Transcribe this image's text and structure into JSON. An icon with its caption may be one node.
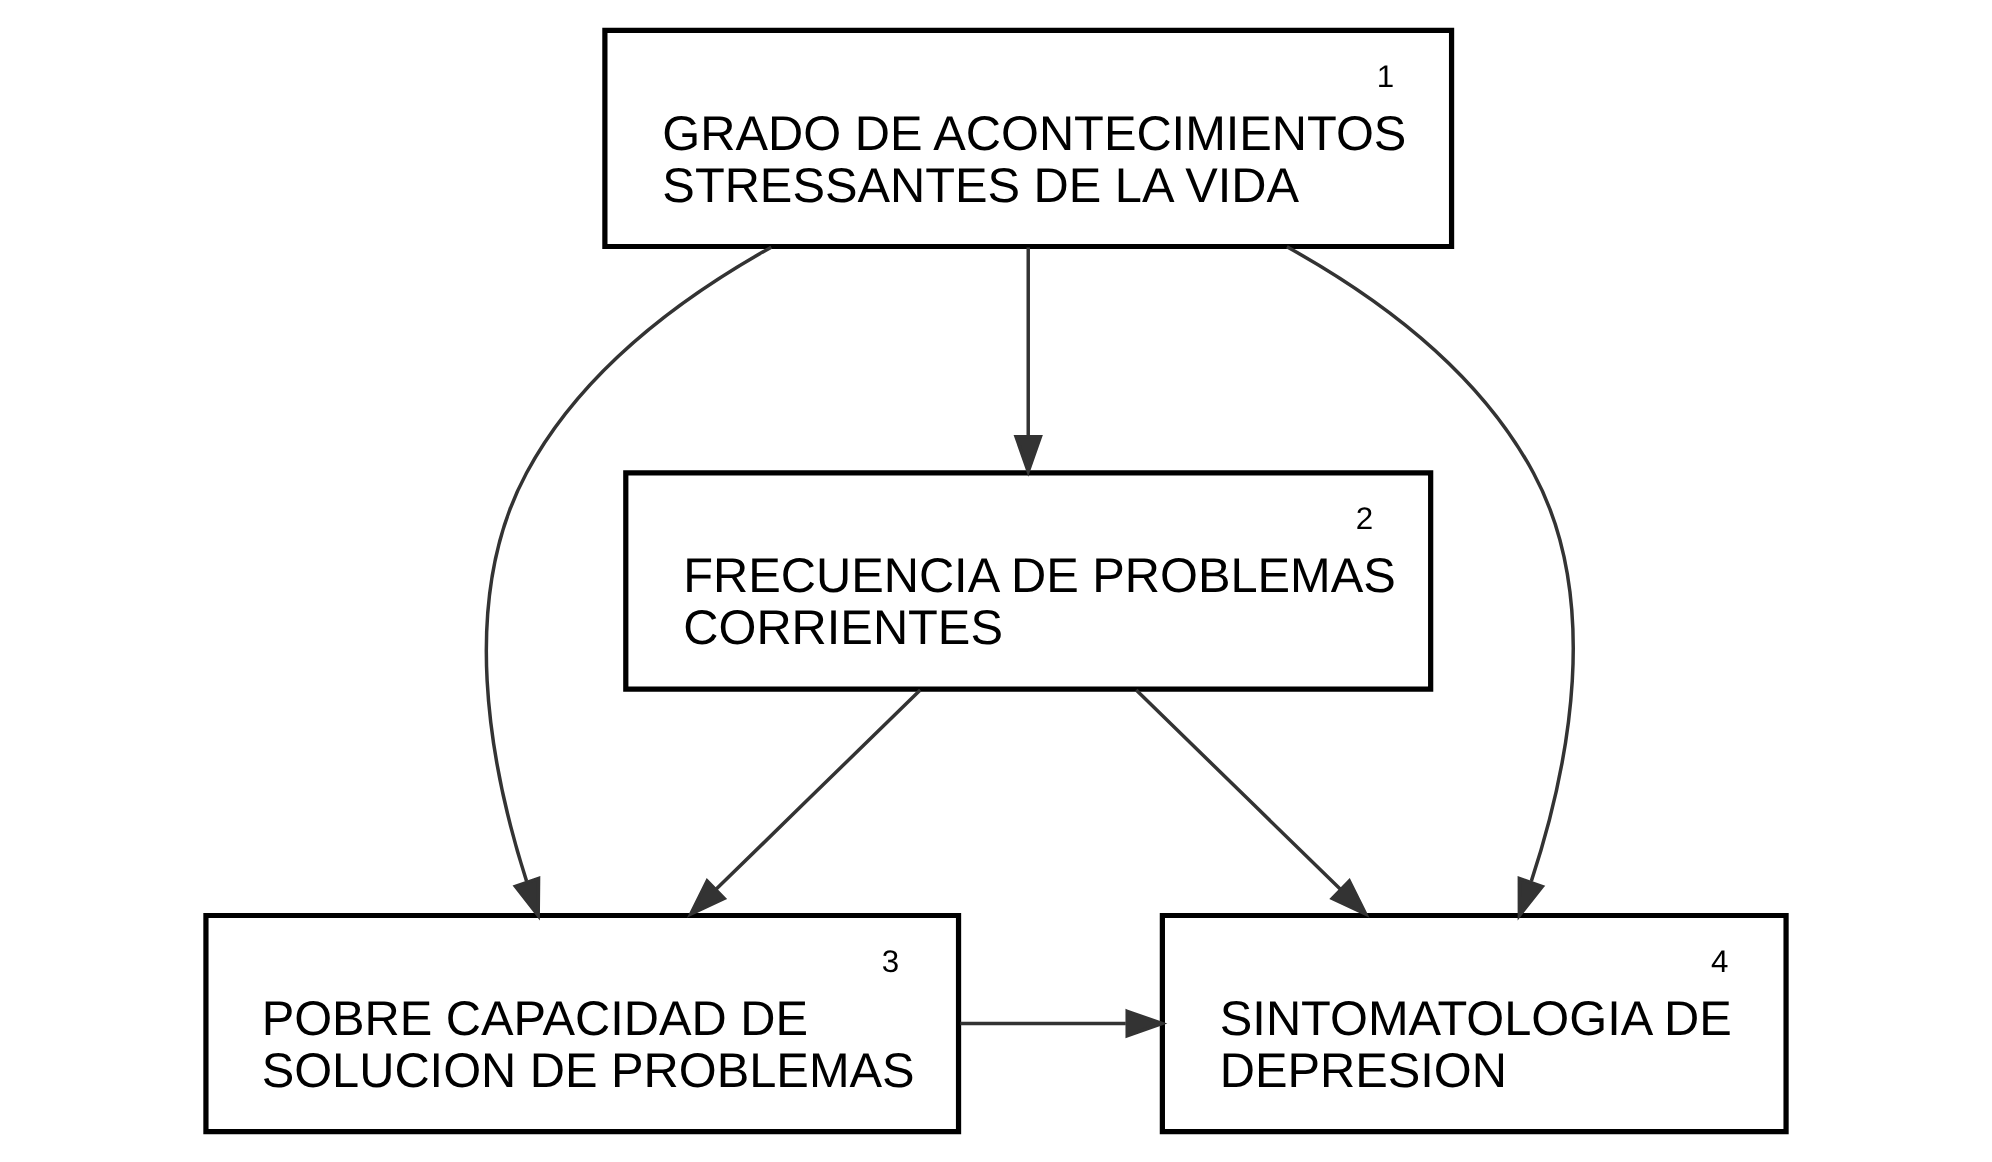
{
  "diagram": {
    "nodes": [
      {
        "text": [
          "1",
          "GRADO DE ACONTECIMIENTOS STRESSANTES DE LA VIDA"
        ]
      },
      {
        "text": [
          "2",
          "FRECUENCIA DE PROBLEMAS CORRIENTES"
        ]
      },
      {
        "text": [
          "3",
          "POBRE CAPACIDAD DE SOLUCION DE PROBLEMAS"
        ]
      },
      {
        "text": [
          "4",
          "SINTOMATOLOGIA DE DEPRESION"
        ]
      }
    ],
    "edges": [
      {
        "from": 0,
        "to": 1,
        "arrow": "to"
      },
      {
        "from": 0,
        "to": 2,
        "arrow": "to"
      },
      {
        "from": 0,
        "to": 3,
        "arrow": "to"
      },
      {
        "from": 1,
        "to": 2,
        "arrow": "to"
      },
      {
        "from": 1,
        "to": 3,
        "arrow": "to"
      },
      {
        "from": 2,
        "to": 3,
        "arrow": "to"
      }
    ]
  }
}
